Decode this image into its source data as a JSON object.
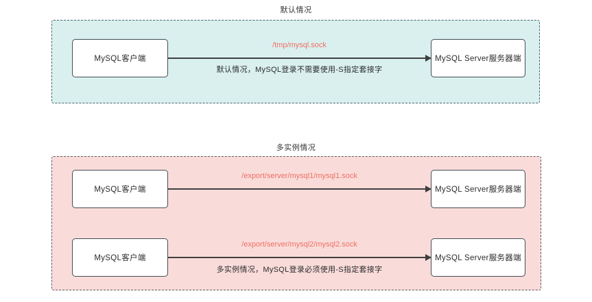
{
  "sections": [
    {
      "id": "default",
      "title": "默认情况",
      "container_fill": "#d9f0ef",
      "container_border": "#46636b",
      "nodes": {
        "client": "MySQL客户端",
        "server": "MySQL Server服务器端"
      },
      "edges": [
        {
          "socket_path": "/tmp/mysql.sock",
          "socket_path_color": "#ef6f63",
          "note": "默认情况，MySQL登录不需要使用-S指定套接字"
        }
      ]
    },
    {
      "id": "multi-instance",
      "title": "多实例情况",
      "container_fill": "#f9dcda",
      "container_border": "#5d5a5a",
      "nodes": {
        "client": "MySQL客户端",
        "server": "MySQL Server服务器端"
      },
      "edges": [
        {
          "socket_path": "/export/server/mysql1/mysql1.sock",
          "socket_path_color": "#ef6f63",
          "note": ""
        },
        {
          "socket_path": "/export/server/mysql2/mysql2.sock",
          "socket_path_color": "#ef6f63",
          "note": "多实例情况，MySQL登录必须使用-S指定套接字"
        }
      ]
    }
  ]
}
